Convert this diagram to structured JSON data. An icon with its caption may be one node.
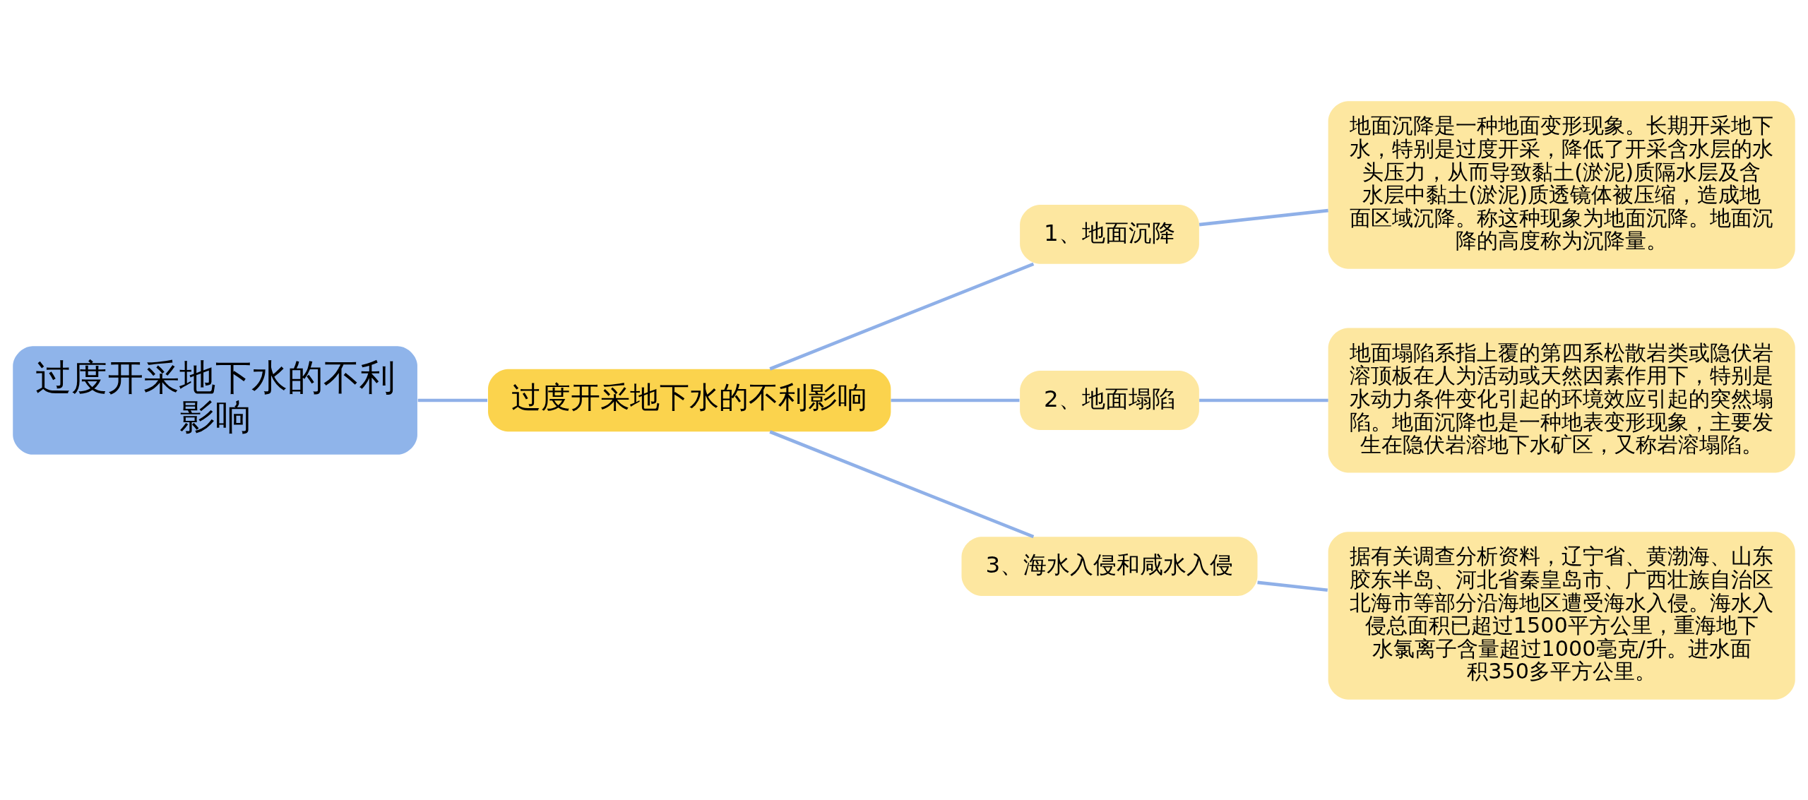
{
  "diagram": {
    "nodes": [
      {
        "text": [
          "过度开采地下水的不利影响"
        ]
      },
      {
        "text": [
          "过度开采地下水的不利影响"
        ]
      },
      {
        "text": [
          "1、地面沉降"
        ]
      },
      {
        "text": [
          "2、地面塌陷"
        ]
      },
      {
        "text": [
          "3、海水入侵和咸水入侵"
        ]
      },
      {
        "text": [
          "地面沉降是一种地面变形现象。长期开采地下水，特别是过度开采，降低了开采含水层的水头压力，从而导致黏土(淤泥)质隔水层及含水层中黏土(淤泥)质透镜体被压缩，造成地面区域沉降。称这种现象为地面沉降。地面沉降的高度称为沉降量。"
        ]
      },
      {
        "text": [
          "地面塌陷系指上覆的第四系松散岩类或隐伏岩溶顶板在人为活动或天然因素作用下，特别是水动力条件变化引起的环境效应引起的突然塌陷。地面沉降也是一种地表变形现象，主要发生在隐伏岩溶地下水矿区，又称岩溶塌陷。"
        ]
      },
      {
        "text": [
          "据有关调查分析资料，辽宁省、黄渤海、山东胶东半岛、河北省秦皇岛市、广西壮族自治区北海市等部分沿海地区遭受海水入侵。海水入侵总面积已超过1500平方公里，重海地下水氯离子含量超过1000毫克/升。进水面积350多平方公里。"
        ]
      }
    ],
    "edges": [
      {
        "from": 0,
        "to": 1,
        "arrow": "none"
      },
      {
        "from": 1,
        "to": 2,
        "arrow": "none"
      },
      {
        "from": 1,
        "to": 3,
        "arrow": "none"
      },
      {
        "from": 1,
        "to": 4,
        "arrow": "none"
      },
      {
        "from": 2,
        "to": 5,
        "arrow": "none"
      },
      {
        "from": 3,
        "to": 6,
        "arrow": "none"
      },
      {
        "from": 4,
        "to": 7,
        "arrow": "none"
      }
    ]
  }
}
